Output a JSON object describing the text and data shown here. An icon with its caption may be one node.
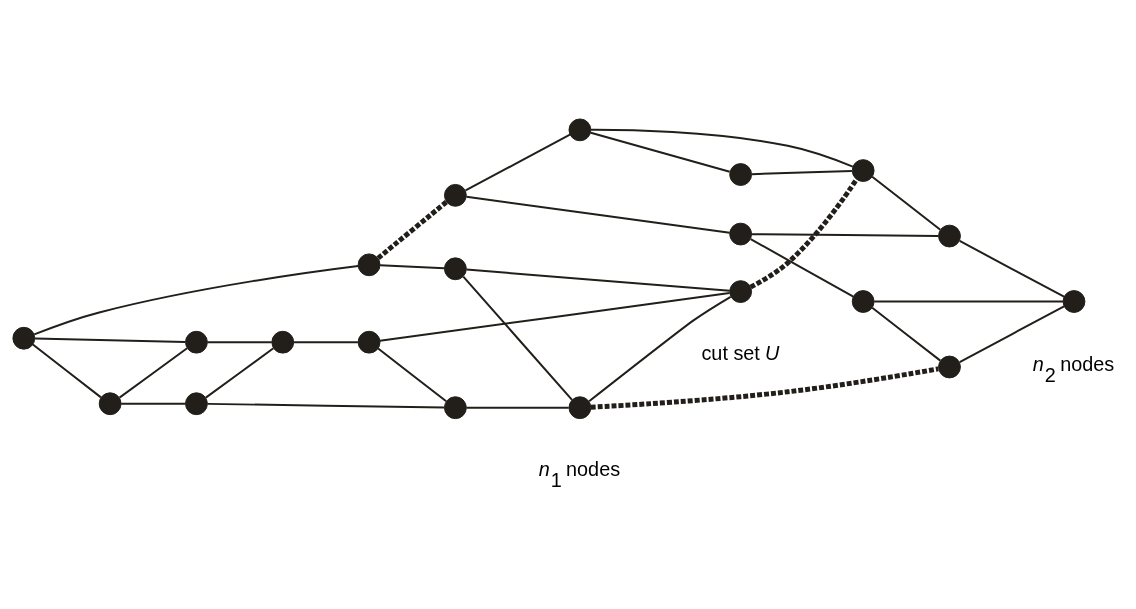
{
  "diagram": {
    "nodes": [
      {
        "text": [],
        "shape": "circle"
      },
      {
        "text": [],
        "shape": "circle"
      },
      {
        "text": [],
        "shape": "circle"
      },
      {
        "text": [],
        "shape": "circle"
      },
      {
        "text": [],
        "shape": "circle"
      },
      {
        "text": [],
        "shape": "circle"
      },
      {
        "text": [],
        "shape": "circle"
      },
      {
        "text": [],
        "shape": "circle"
      },
      {
        "text": [],
        "shape": "circle"
      },
      {
        "text": [],
        "shape": "circle"
      },
      {
        "text": [],
        "shape": "circle"
      },
      {
        "text": [],
        "shape": "circle"
      },
      {
        "text": [],
        "shape": "circle"
      },
      {
        "text": [],
        "shape": "circle"
      },
      {
        "text": [],
        "shape": "circle"
      },
      {
        "text": [],
        "shape": "circle"
      },
      {
        "text": [],
        "shape": "circle"
      },
      {
        "text": [],
        "shape": "circle"
      },
      {
        "text": [],
        "shape": "circle"
      },
      {
        "text": [],
        "shape": "circle"
      }
    ],
    "edges": [
      {
        "from": 2,
        "to": 9,
        "arrow": "none"
      },
      {
        "from": 2,
        "to": 0,
        "arrow": "none"
      },
      {
        "from": 2,
        "to": 4,
        "arrow": "none"
      },
      {
        "from": 0,
        "to": 4,
        "arrow": "none"
      },
      {
        "from": 0,
        "to": 1,
        "arrow": "none"
      },
      {
        "from": 4,
        "to": 5,
        "arrow": "none"
      },
      {
        "from": 1,
        "to": 5,
        "arrow": "none"
      },
      {
        "from": 1,
        "to": 3,
        "arrow": "none"
      },
      {
        "from": 5,
        "to": 6,
        "arrow": "none"
      },
      {
        "from": 6,
        "to": 10,
        "arrow": "none"
      },
      {
        "from": 6,
        "to": 3,
        "arrow": "none"
      },
      {
        "from": 3,
        "to": 8,
        "arrow": "none"
      },
      {
        "from": 9,
        "to": 11,
        "arrow": "none",
        "style": "dashed"
      },
      {
        "from": 9,
        "to": 7,
        "arrow": "none"
      },
      {
        "from": 7,
        "to": 10,
        "arrow": "none"
      },
      {
        "from": 7,
        "to": 8,
        "arrow": "none"
      },
      {
        "from": 8,
        "to": 10,
        "arrow": "none"
      },
      {
        "from": 10,
        "to": 18,
        "arrow": "none",
        "style": "dashed"
      },
      {
        "from": 8,
        "to": 12,
        "arrow": "none",
        "style": "dashed"
      },
      {
        "from": 11,
        "to": 15,
        "arrow": "none"
      },
      {
        "from": 15,
        "to": 19,
        "arrow": "none"
      },
      {
        "from": 15,
        "to": 18,
        "arrow": "none"
      },
      {
        "from": 19,
        "to": 18,
        "arrow": "none"
      },
      {
        "from": 11,
        "to": 13,
        "arrow": "none"
      },
      {
        "from": 18,
        "to": 17,
        "arrow": "none"
      },
      {
        "from": 13,
        "to": 17,
        "arrow": "none"
      },
      {
        "from": 13,
        "to": 14,
        "arrow": "none"
      },
      {
        "from": 17,
        "to": 16,
        "arrow": "none"
      },
      {
        "from": 14,
        "to": 16,
        "arrow": "none"
      },
      {
        "from": 14,
        "to": 12,
        "arrow": "none"
      },
      {
        "from": 12,
        "to": 16,
        "arrow": "none"
      }
    ],
    "labels": [
      "*n*$_{1}$ nodes",
      "cut set *U*",
      "*n*$_{2}$ nodes"
    ]
  }
}
